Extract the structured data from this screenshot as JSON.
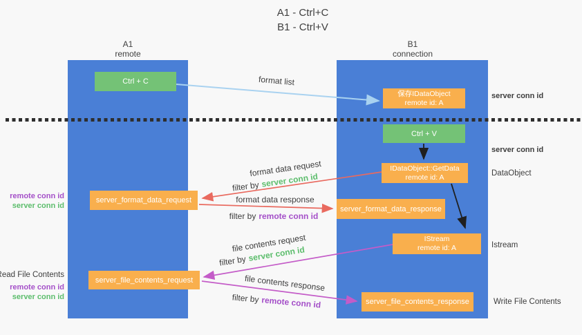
{
  "title": {
    "line1": "A1 - Ctrl+C",
    "line2": "B1 - Ctrl+V"
  },
  "lanes": {
    "left": {
      "id": "A1",
      "name": "remote"
    },
    "right": {
      "id": "B1",
      "name": "connection"
    }
  },
  "nodes": {
    "ctrl_c": "Ctrl + C",
    "ctrl_v": "Ctrl + V",
    "save_dataobject": {
      "line1": "保存IDataObject",
      "line2": "remote id: A"
    },
    "getdata": {
      "line1": "IDataObject::GetData",
      "line2": "remote id: A"
    },
    "istream": {
      "line1": "IStream",
      "line2": "remote id: A"
    },
    "server_format_data_request": "server_format_data_request",
    "server_format_data_response": "server_format_data_response",
    "server_file_contents_request": "server_file_contents_request",
    "server_file_contents_response": "server_file_contents_response"
  },
  "flows": {
    "format_list": "format list",
    "format_data_request": "format data request",
    "format_data_response": "format data response",
    "file_contents_request": "file contents request",
    "file_contents_response": "file contents response",
    "filter_by": "filter by",
    "server_conn_id": "server conn id",
    "remote_conn_id": "remote conn id"
  },
  "side_labels": {
    "right_server_conn_id_top": "server conn id",
    "right_server_conn_id_mid": "server conn id",
    "dataobject": "DataObject",
    "istream": "Istream",
    "write_file_contents": "Write File Contents",
    "read_file_contents": "Read File Contents",
    "left_remote_conn_id_1": "remote conn id",
    "left_server_conn_id_1": "server conn id",
    "left_remote_conn_id_2": "remote conn id",
    "left_server_conn_id_2": "server conn id"
  },
  "colors": {
    "background": "#f8f8f8",
    "lane_blue": "#4a7fd6",
    "box_orange": "#f9af4d",
    "box_green": "#74c276",
    "text_green": "#5cbd6c",
    "text_purple": "#a44fc8",
    "arrow_red": "#e96a5f",
    "arrow_magenta": "#c45cc8",
    "arrow_lightblue": "#a9d2f0",
    "arrow_black": "#1f1f1f"
  }
}
